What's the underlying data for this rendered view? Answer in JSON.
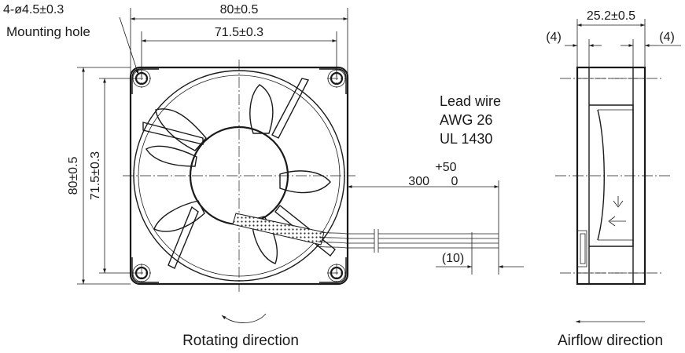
{
  "front_view": {
    "hole_spec": "4-ø4.5±0.3",
    "hole_label": "Mounting hole",
    "width_overall": "80±0.5",
    "hole_pitch_h": "71.5±0.3",
    "height_overall": "80±0.5",
    "hole_pitch_v": "71.5±0.3",
    "lead_wire_label": "Lead wire",
    "lead_wire_gauge": "AWG 26",
    "lead_wire_standard": "UL 1430",
    "lead_length": "300",
    "lead_tol_plus": "+50",
    "lead_tol_minus": "0",
    "strip_length": "(10)",
    "rotating_direction": "Rotating direction"
  },
  "side_view": {
    "depth": "25.2±0.5",
    "flange_left": "(4)",
    "flange_right": "(4)",
    "airflow_direction": "Airflow direction"
  }
}
